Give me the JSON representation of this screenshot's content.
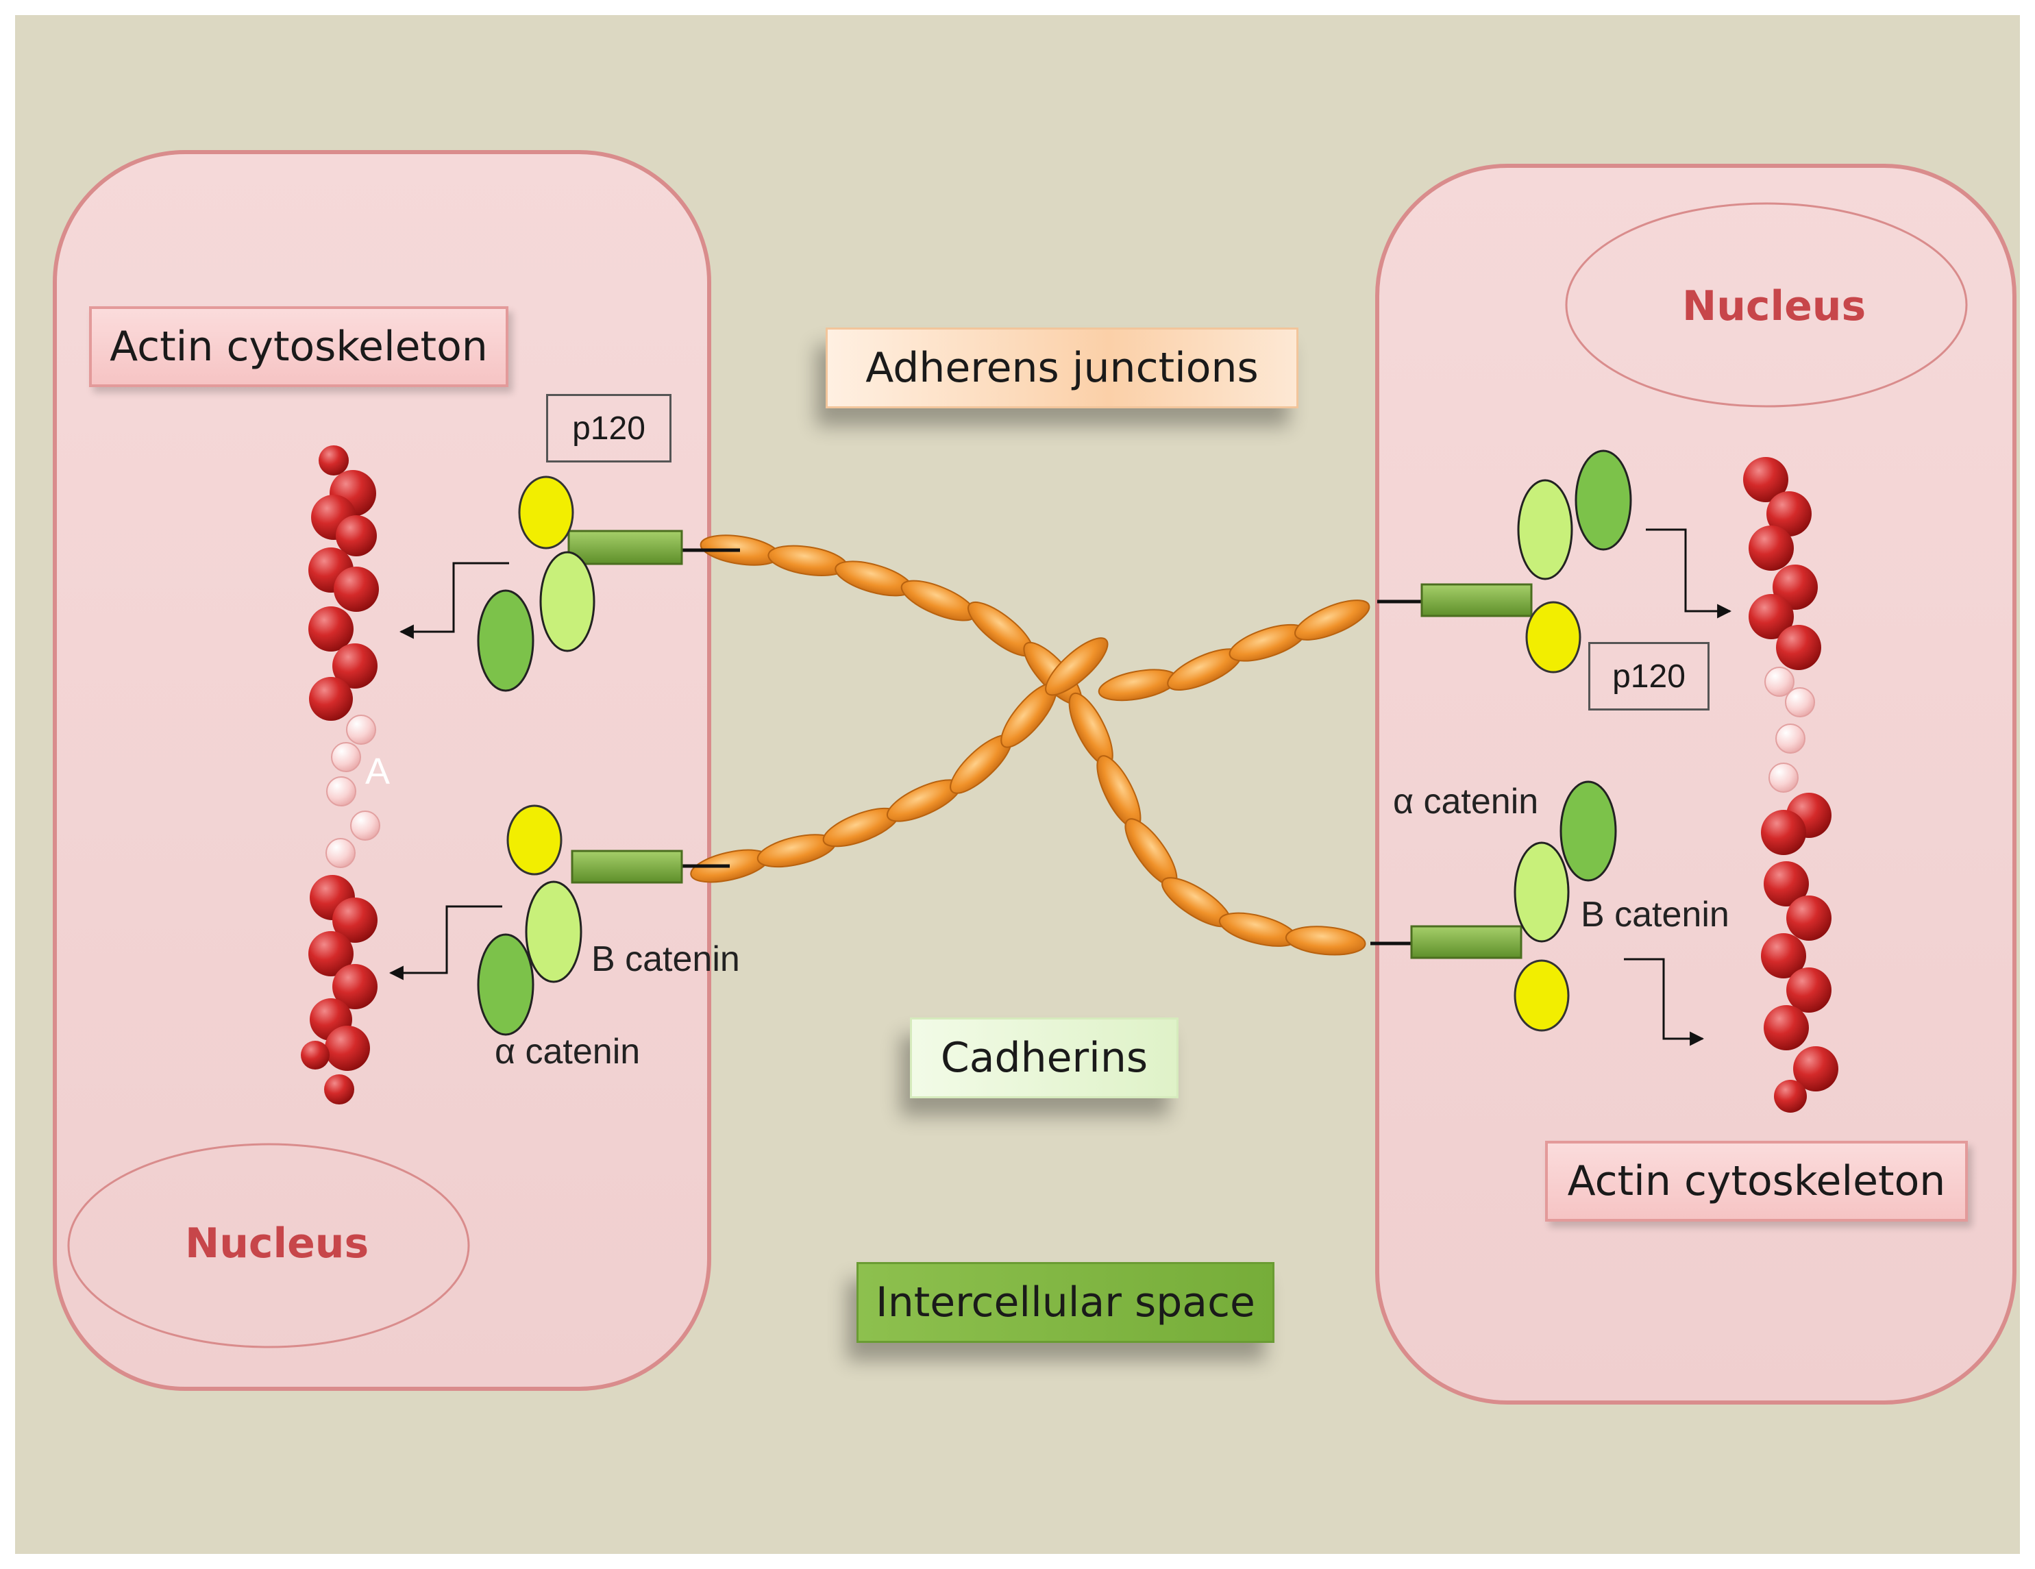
{
  "labels": {
    "adherens_junctions": "Adherens junctions",
    "cadherins": "Cadherins",
    "intercellular_space": "Intercellular space",
    "actin_left": "Actin cytoskeleton",
    "actin_right": "Actin cytoskeleton",
    "nucleus_left": "Nucleus",
    "nucleus_right": "Nucleus",
    "p120_left": "p120",
    "p120_right": "p120",
    "b_catenin_left": "B catenin",
    "b_catenin_right": "B catenin",
    "alpha_catenin_left": "α catenin",
    "alpha_catenin_right": "α catenin",
    "actin_gap_mark": "A"
  },
  "colors": {
    "background": "#dcd8c2",
    "cell_fill": "#f3d6d6",
    "cell_border": "#d98c8c",
    "actin": "#c01a1a",
    "actin_light": "#f7c4c4",
    "p120": "#f2ee00",
    "beta_catenin": "#c8f07a",
    "alpha_catenin": "#7cc24a",
    "cadherin_tail": "#7fb03c",
    "cadherin_domain": "#f0922a",
    "nucleus_text": "#c7464a"
  }
}
